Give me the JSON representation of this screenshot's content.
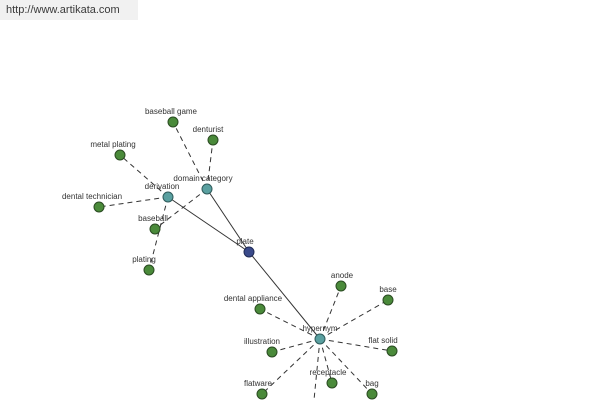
{
  "header": {
    "url_text": "http://www.artikata.com"
  },
  "colors": {
    "leaf": "#4a8a3a",
    "relation": "#5aa0a0",
    "center": "#3a4a8a",
    "edge": "#333333"
  },
  "graph": {
    "center": {
      "id": "plate",
      "label": "plate"
    },
    "relations": [
      {
        "id": "derivation",
        "label": "derivation"
      },
      {
        "id": "domain_category",
        "label": "domain category"
      },
      {
        "id": "hypernym",
        "label": "hypernym"
      }
    ],
    "leaves": [
      {
        "id": "baseball_game",
        "label": "baseball game",
        "parent": "domain_category"
      },
      {
        "id": "denturist",
        "label": "denturist",
        "parent": "domain_category"
      },
      {
        "id": "baseball",
        "label": "baseball",
        "parent": "domain_category"
      },
      {
        "id": "metal_plating",
        "label": "metal plating",
        "parent": "derivation"
      },
      {
        "id": "dental_technician",
        "label": "dental technician",
        "parent": "derivation"
      },
      {
        "id": "plating",
        "label": "plating",
        "parent": "derivation"
      },
      {
        "id": "anode",
        "label": "anode",
        "parent": "hypernym"
      },
      {
        "id": "base",
        "label": "base",
        "parent": "hypernym"
      },
      {
        "id": "dental_appliance",
        "label": "dental appliance",
        "parent": "hypernym"
      },
      {
        "id": "illustration",
        "label": "illustration",
        "parent": "hypernym"
      },
      {
        "id": "flat_solid",
        "label": "flat solid",
        "parent": "hypernym"
      },
      {
        "id": "flatware",
        "label": "flatware",
        "parent": "hypernym"
      },
      {
        "id": "receptacle",
        "label": "receptacle",
        "parent": "hypernym"
      },
      {
        "id": "bag",
        "label": "bag",
        "parent": "hypernym"
      }
    ]
  }
}
